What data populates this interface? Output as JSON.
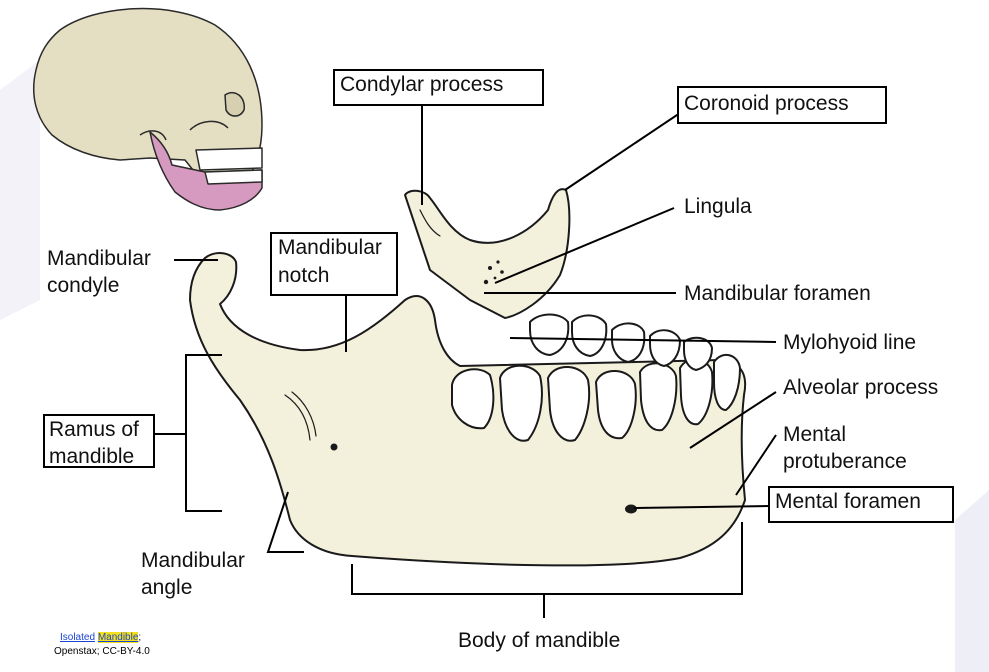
{
  "labels": {
    "condylar_process": "Condylar process",
    "coronoid_process": "Coronoid process",
    "lingula": "Lingula",
    "mandibular_condyle_line1": "Mandibular",
    "mandibular_condyle_line2": "condyle",
    "mandibular_notch_line1": "Mandibular",
    "mandibular_notch_line2": "notch",
    "mandibular_foramen": "Mandibular foramen",
    "mylohyoid_line": "Mylohyoid line",
    "alveolar_process": "Alveolar process",
    "ramus_line1": "Ramus of",
    "ramus_line2": "mandible",
    "mental_protuberance_line1": "Mental",
    "mental_protuberance_line2": "protuberance",
    "mental_foramen": "Mental foramen",
    "mandibular_angle_line1": "Mandibular",
    "mandibular_angle_line2": "angle",
    "body_of_mandible": "Body of mandible"
  },
  "credit": {
    "link_word1": "Isolated",
    "link_word2": "Mandible",
    "separator": ";",
    "source": "Openstax; CC-BY-4.0"
  },
  "colors": {
    "bone": "#f3f0dc",
    "skull": "#e4dfc2",
    "mandible_highlight": "#d69ac0",
    "outline": "#1a1a1a"
  }
}
